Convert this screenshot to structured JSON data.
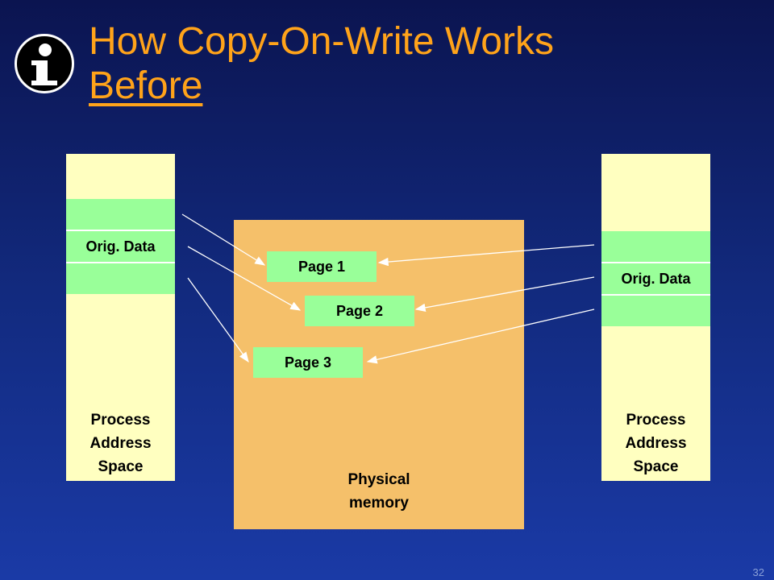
{
  "slide": {
    "title_line1": "How Copy-On-Write Works",
    "title_line2": "Before",
    "slide_number": "32"
  },
  "left_process": {
    "data_label": "Orig. Data",
    "label_lines": [
      "Process",
      "Address",
      "Space"
    ]
  },
  "right_process": {
    "data_label": "Orig. Data",
    "label_lines": [
      "Process",
      "Address",
      "Space"
    ]
  },
  "physical_memory": {
    "label_lines": [
      "Physical",
      "memory"
    ],
    "pages": [
      "Page 1",
      "Page 2",
      "Page 3"
    ]
  },
  "colors": {
    "background": "#122a7e",
    "title": "#ffa31a",
    "address_space": "#ffffc0",
    "page": "#99ff99",
    "physical_memory": "#f5c06a"
  },
  "icon": "info-icon"
}
